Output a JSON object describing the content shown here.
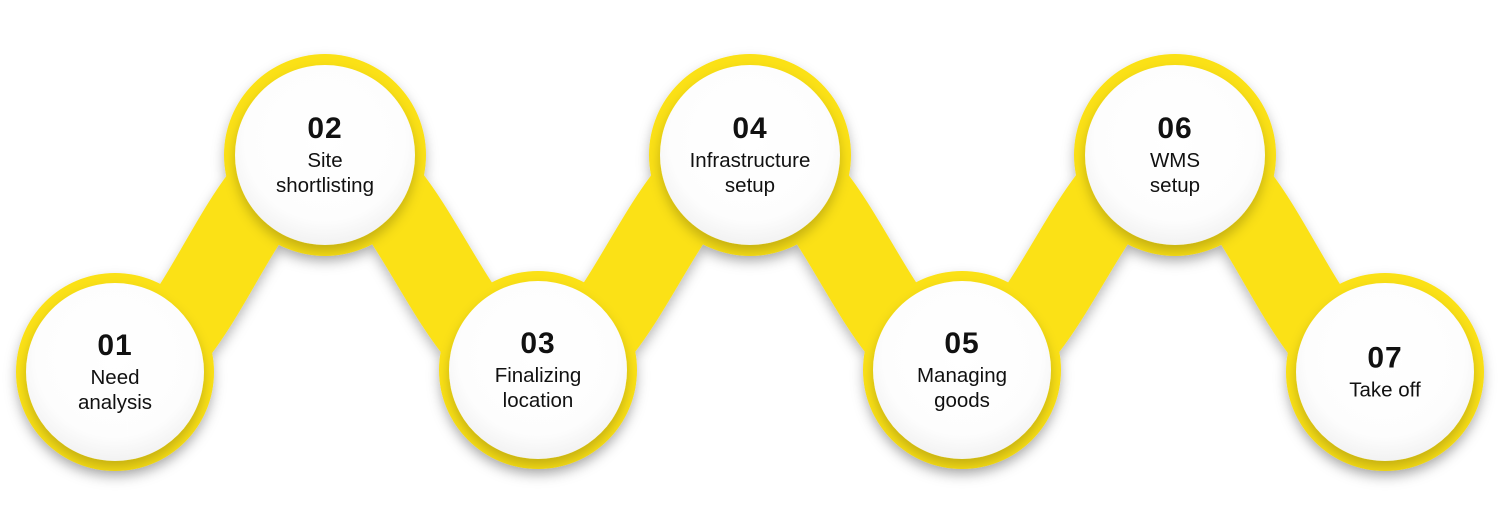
{
  "diagram": {
    "name": "warehouse-setup-process",
    "accent_color": "#FBE116",
    "text_color": "#111111",
    "circle_fill_center": "#ffffff",
    "circle_fill_edge": "#efefef",
    "steps": [
      {
        "number": "01",
        "label": "Need\nanalysis"
      },
      {
        "number": "02",
        "label": "Site\nshortlisting"
      },
      {
        "number": "03",
        "label": "Finalizing\nlocation"
      },
      {
        "number": "04",
        "label": "Infrastructure\nsetup"
      },
      {
        "number": "05",
        "label": "Managing\ngoods"
      },
      {
        "number": "06",
        "label": "WMS\nsetup"
      },
      {
        "number": "07",
        "label": "Take off"
      }
    ]
  }
}
